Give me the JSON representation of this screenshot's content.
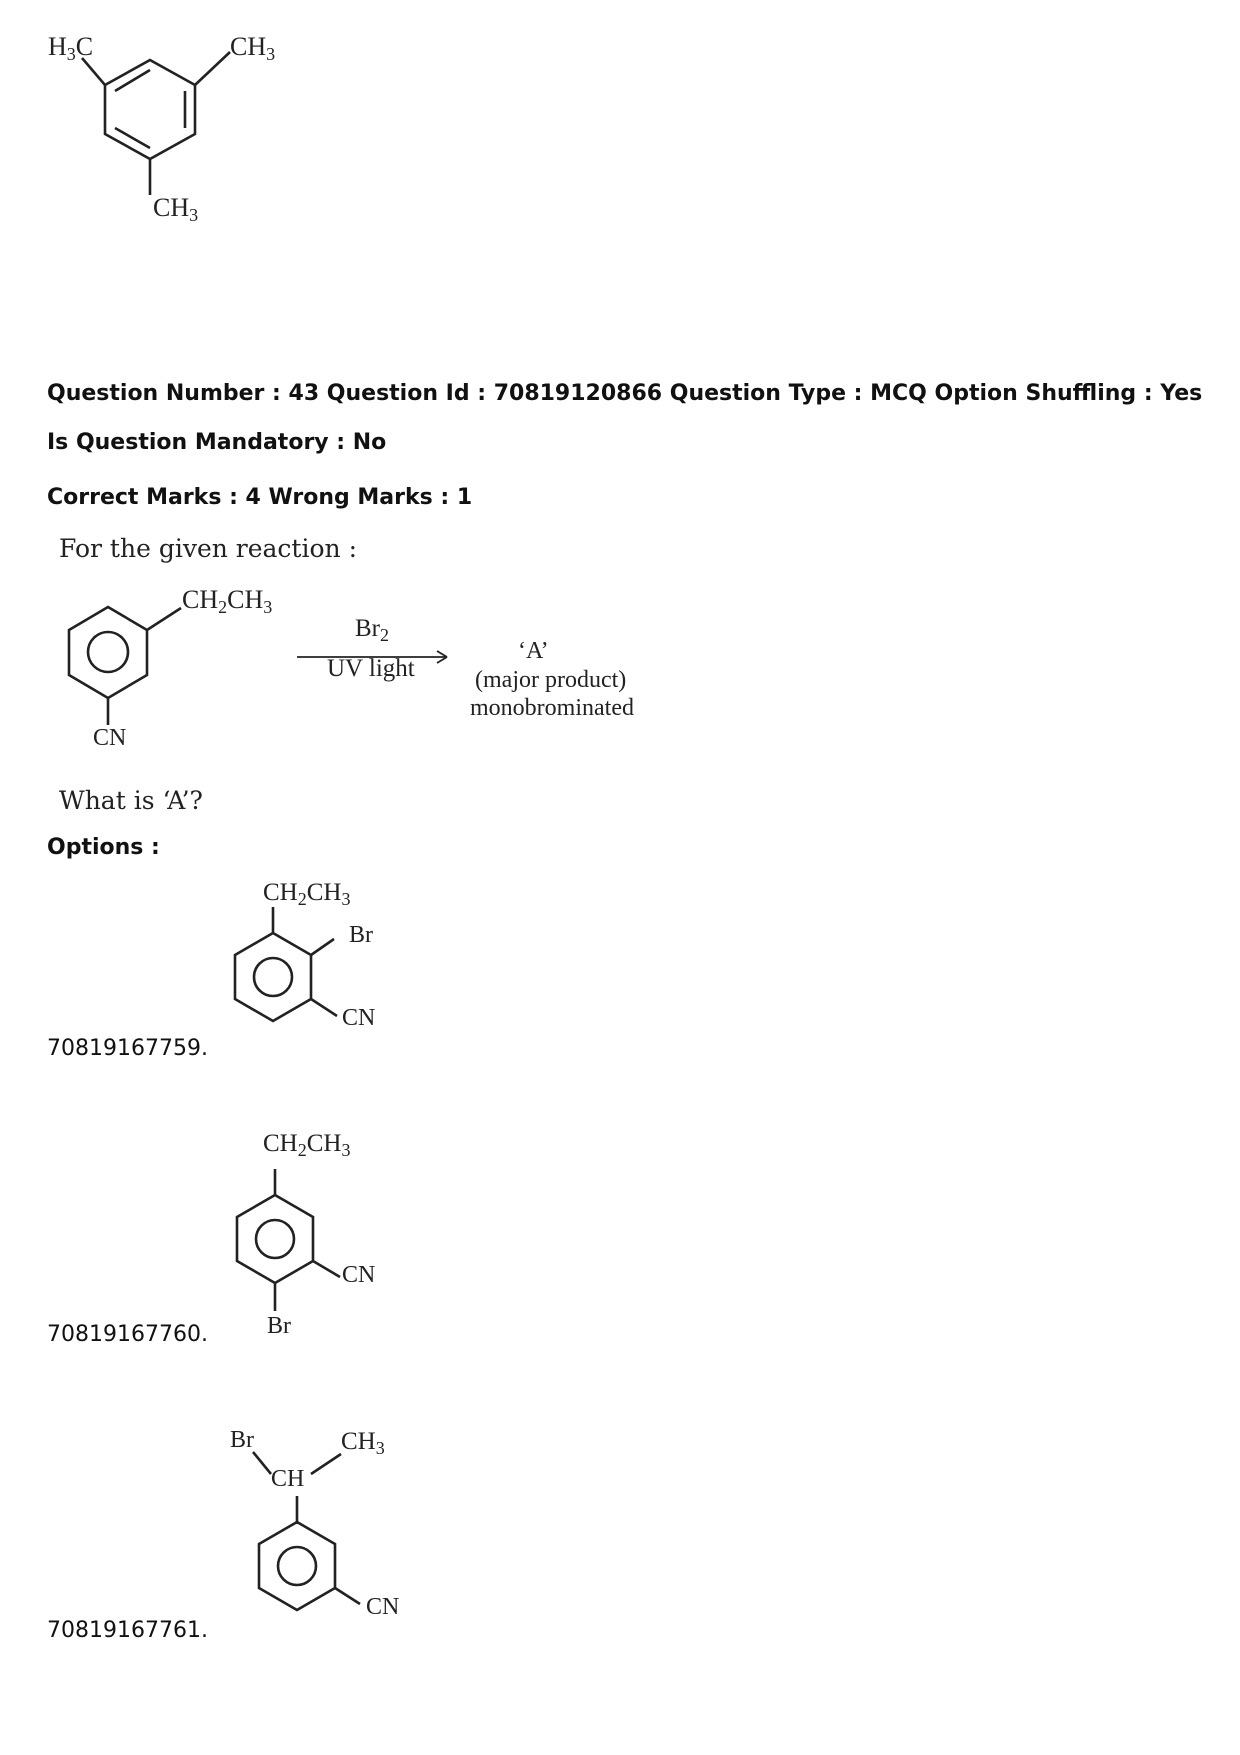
{
  "top_structure": {
    "label_left": "H3C",
    "label_right": "CH3",
    "label_bottom": "CH3"
  },
  "question": {
    "line1": "Question Number : 43 Question Id : 70819120866 Question Type : MCQ Option Shuffling : Yes",
    "line2": "Is Question Mandatory : No",
    "line3": "Correct Marks : 4 Wrong Marks : 1",
    "intro": "For the given reaction :",
    "reactant_substituent": "CH2CH3",
    "reactant_cn": "CN",
    "reagent_top": "Br2",
    "reagent_bottom": "UV light",
    "product_a": "‘A’",
    "product_major": "(major product)",
    "product_mono": "monobrominated",
    "prompt": "What is ‘A’?"
  },
  "options_label": "Options :",
  "options": [
    {
      "id": "70819167759.",
      "labels": {
        "top": "CH2CH3",
        "br": "Br",
        "cn": "CN"
      }
    },
    {
      "id": "70819167760.",
      "labels": {
        "top": "CH2CH3",
        "cn": "CN",
        "br": "Br"
      }
    },
    {
      "id": "70819167761.",
      "labels": {
        "br": "Br",
        "ch": "CH",
        "ch3": "CH3",
        "cn": "CN"
      }
    }
  ]
}
